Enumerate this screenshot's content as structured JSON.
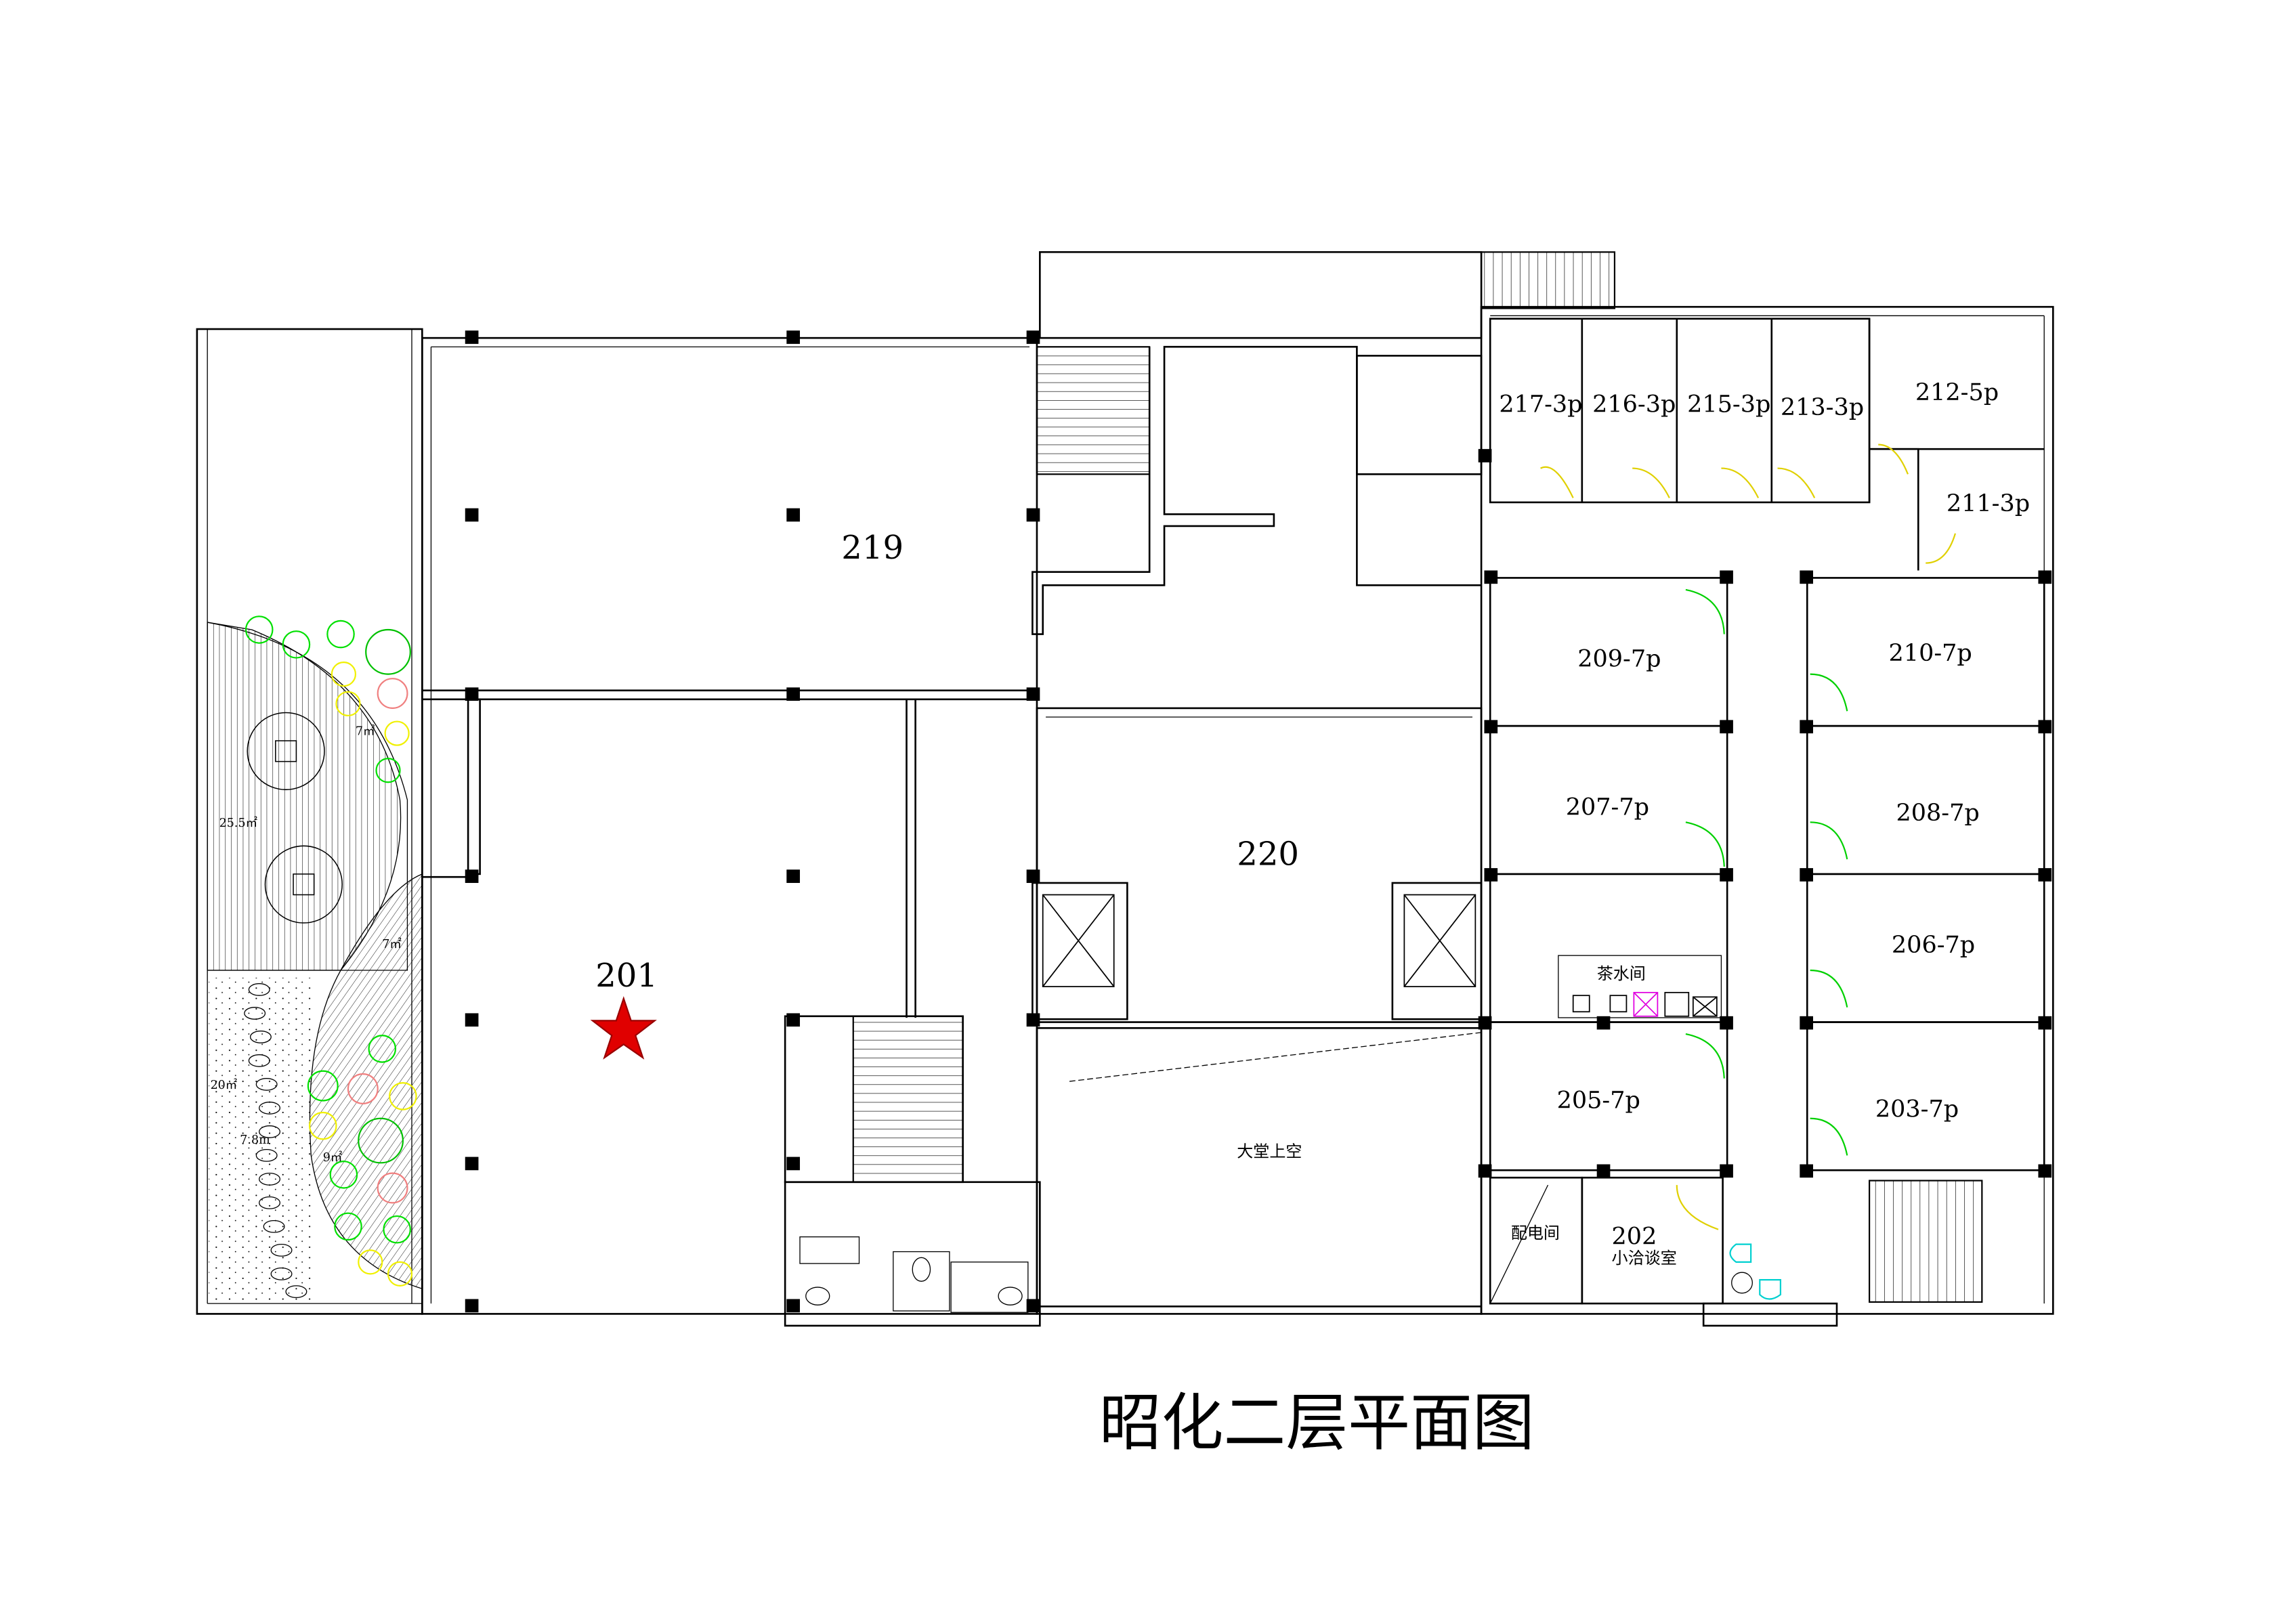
{
  "title": "昭化二层平面图",
  "rooms": {
    "r219": "219",
    "r220": "220",
    "r201": "201",
    "r217": "217-3p",
    "r216": "216-3p",
    "r215": "215-3p",
    "r213": "213-3p",
    "r212": "212-5p",
    "r211": "211-3p",
    "r209": "209-7p",
    "r210": "210-7p",
    "r207": "207-7p",
    "r208": "208-7p",
    "r206": "206-7p",
    "r205": "205-7p",
    "r203": "203-7p",
    "r202": "202",
    "r202_sub": "小洽谈室",
    "tea": "茶水间",
    "power": "配电间",
    "lobby_void": "大堂上空"
  },
  "garden": {
    "a1": "7㎡",
    "a2": "25.5㎡",
    "a3": "7㎡",
    "a4": "20㎡",
    "a5": "7.8m",
    "a6": "9㎡"
  },
  "colors": {
    "marker": "#e00000",
    "door": "#00d000",
    "plant_green": "#00e000",
    "plant_yellow": "#f0f000",
    "plant_pink": "#f08080"
  }
}
